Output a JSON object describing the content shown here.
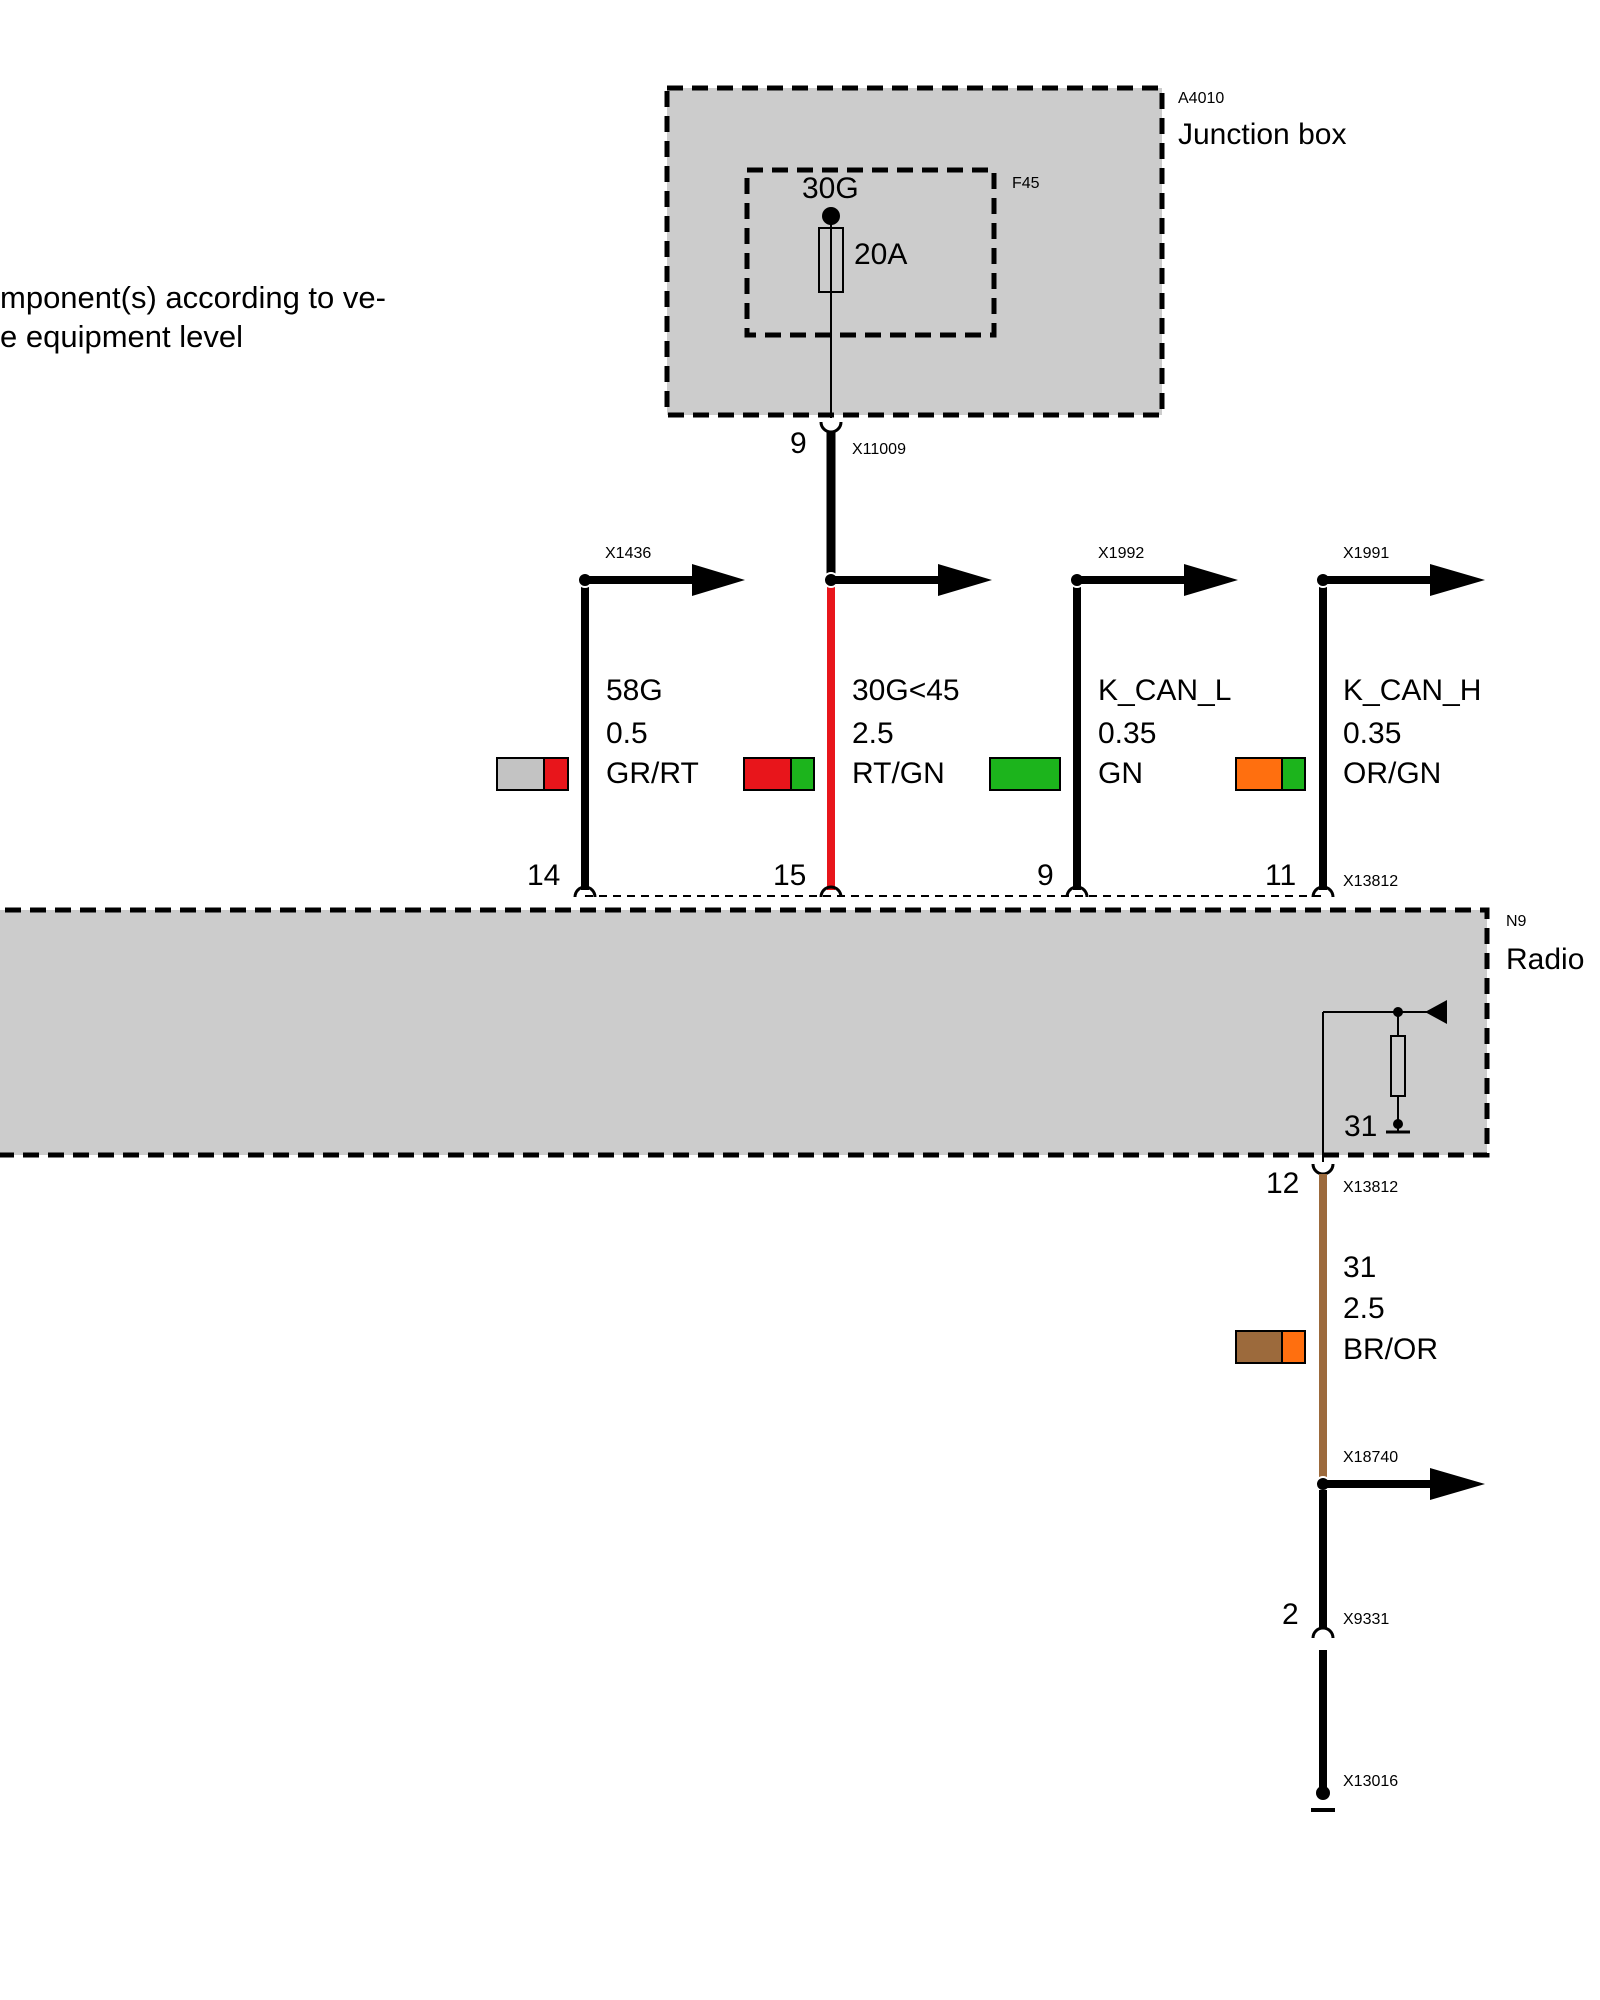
{
  "note": {
    "line1": "mponent(s) according to ve-",
    "line2": "e equipment level"
  },
  "junction_box": {
    "code": "A4010",
    "name": "Junction box",
    "fuse": {
      "code": "F45",
      "terminal": "30G",
      "rating": "20A"
    },
    "output_pin": "9",
    "output_connector": "X11009"
  },
  "radio": {
    "code": "N9",
    "name": "Radio",
    "connector": "X13812",
    "ground_label": "31",
    "ground_pin": "12"
  },
  "wires": [
    {
      "connector": "X1436",
      "signal": "58G",
      "gauge": "0.5",
      "color_code": "GR/RT",
      "pin": "14",
      "colors": [
        "#c3c3c3",
        "#e8151b"
      ]
    },
    {
      "connector": "",
      "signal": "30G<45",
      "gauge": "2.5",
      "color_code": "RT/GN",
      "pin": "15",
      "colors": [
        "#e8151b",
        "#1cb41c"
      ]
    },
    {
      "connector": "X1992",
      "signal": "K_CAN_L",
      "gauge": "0.35",
      "color_code": "GN",
      "pin": "9",
      "colors": [
        "#1cb41c"
      ]
    },
    {
      "connector": "X1991",
      "signal": "K_CAN_H",
      "gauge": "0.35",
      "color_code": "OR/GN",
      "pin": "11",
      "colors": [
        "#ff6f0f",
        "#1cb41c"
      ]
    }
  ],
  "ground_wire": {
    "signal": "31",
    "gauge": "2.5",
    "color_code": "BR/OR",
    "colors": [
      "#9c6a3c",
      "#ff6f0f"
    ],
    "splice_connector": "X18740",
    "inline_connector": "X9331",
    "inline_pin": "2",
    "ground_point": "X13016"
  },
  "colors": {
    "module_fill": "#cccccc",
    "wire_black": "#000000",
    "wire_red": "#e8151b",
    "wire_brown": "#9c6a3c"
  }
}
